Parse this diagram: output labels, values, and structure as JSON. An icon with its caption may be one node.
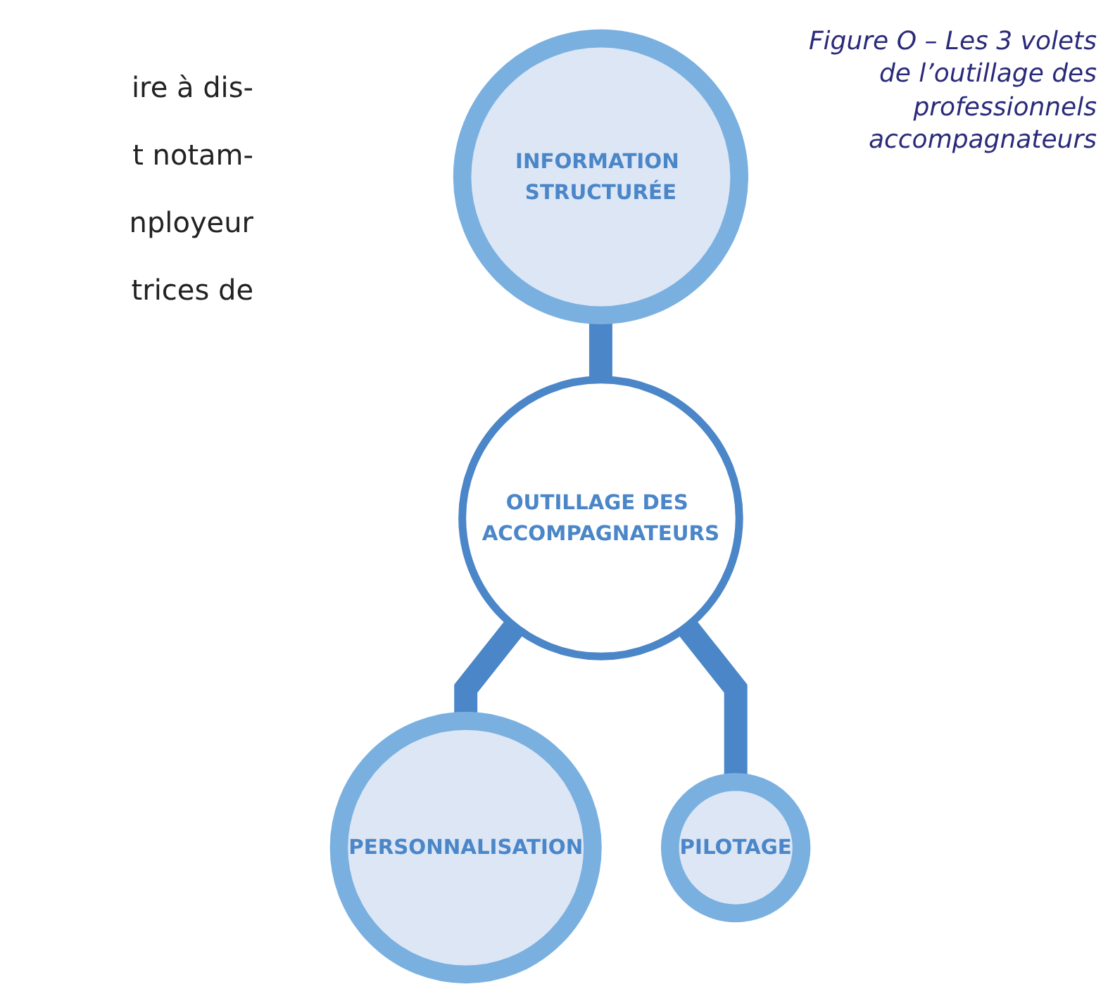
{
  "diagram": {
    "caption": "Figure O – Les 3 volets de l’outillage des professionnels accompagnateurs",
    "nodes": [
      {
        "text": [
          "INFORMATION STRUCTURÉE"
        ]
      },
      {
        "text": [
          "OUTILLAGE DES ACCOMPAGNATEURS"
        ]
      },
      {
        "text": [
          "PERSONNALISATION"
        ]
      },
      {
        "text": [
          "PILOTAGE"
        ]
      }
    ],
    "edges": [
      {
        "from": 0,
        "to": 1,
        "arrow": "none"
      },
      {
        "from": 1,
        "to": 2,
        "arrow": "none"
      },
      {
        "from": 1,
        "to": 3,
        "arrow": "none"
      }
    ],
    "labels": [
      "ire à dis-",
      "t notam-",
      "nployeur",
      "trices de"
    ]
  }
}
